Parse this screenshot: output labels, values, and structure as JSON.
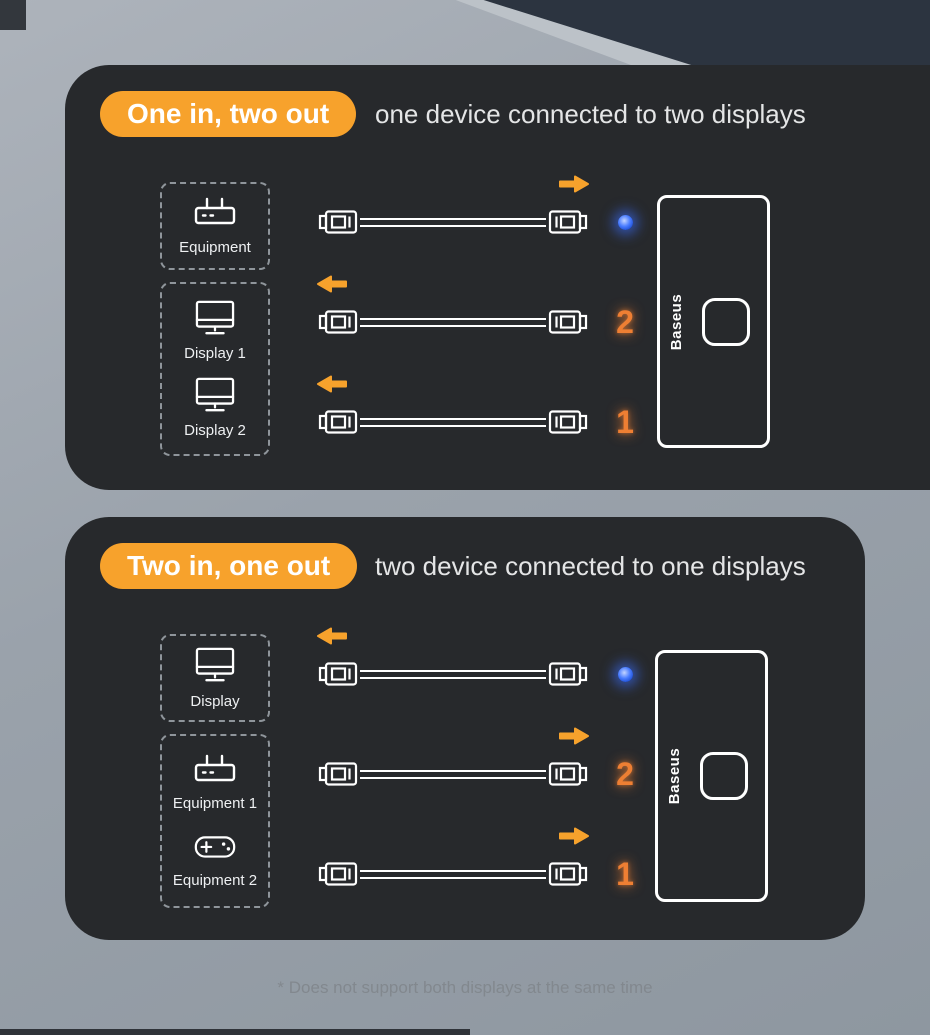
{
  "p1": {
    "badge": "One in, two out",
    "subtitle": "one device connected to two displays",
    "box1_label": "Equipment",
    "box2_label1": "Display 1",
    "box2_label2": "Display 2",
    "num_row2": "2",
    "num_row3": "1",
    "brand": "Baseus"
  },
  "p2": {
    "badge": "Two in, one out",
    "subtitle": "two device connected to one displays",
    "box1_label": "Display",
    "box2_label1": "Equipment 1",
    "box2_label2": "Equipment 2",
    "num_row2": "2",
    "num_row3": "1",
    "brand": "Baseus"
  },
  "footnote": "* Does not support both displays at the same time",
  "colors": {
    "accent_orange": "#F7A22C",
    "number_orange": "#EE7F33",
    "led_blue": "#2E6BFF",
    "panel_bg": "#27292C",
    "background_gray": "#9AA2AB",
    "wedge_dark": "#2C3440"
  },
  "icons": [
    "router-icon",
    "monitor-icon",
    "gamepad-icon",
    "hdmi-plug-icon",
    "flow-arrow-icon",
    "led-indicator"
  ]
}
